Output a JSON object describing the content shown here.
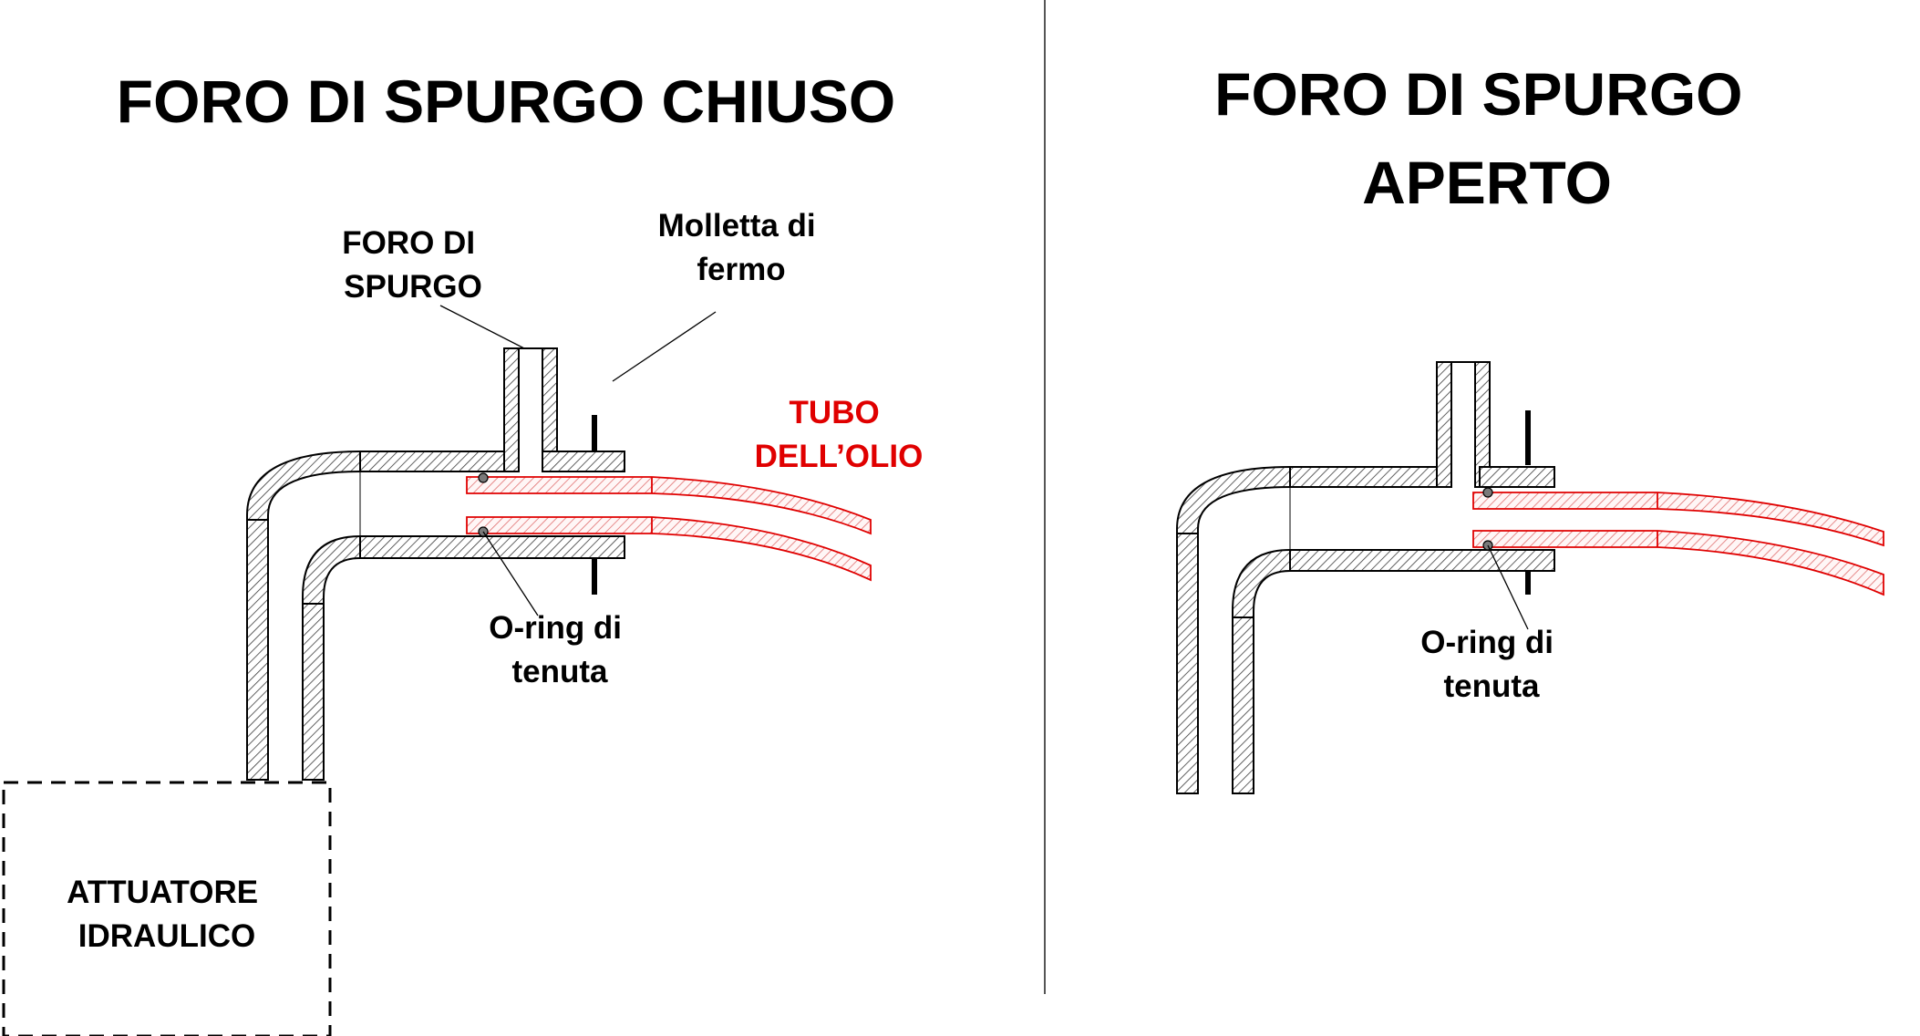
{
  "left_panel": {
    "title": "FORO DI SPURGO CHIUSO",
    "bleed_hole_label": [
      "FORO DI",
      "SPURGO"
    ],
    "clip_label": [
      "Molletta di",
      "fermo"
    ],
    "oil_pipe_label": [
      "TUBO",
      "DELL’OLIO"
    ],
    "oring_label": [
      "O-ring di",
      "tenuta"
    ],
    "actuator_label": [
      "ATTUATORE",
      "IDRAULICO"
    ]
  },
  "right_panel": {
    "title": [
      "FORO DI SPURGO",
      "APERTO"
    ],
    "oring_label": [
      "O-ring di",
      "tenuta"
    ]
  },
  "colors": {
    "ink": "#000000",
    "hatch": "#3a3a3a",
    "oil_pipe": "#e00000",
    "oil_pipe_hatch": "#e07070",
    "oring_fill": "#7a7a7a",
    "divider": "#555555"
  }
}
